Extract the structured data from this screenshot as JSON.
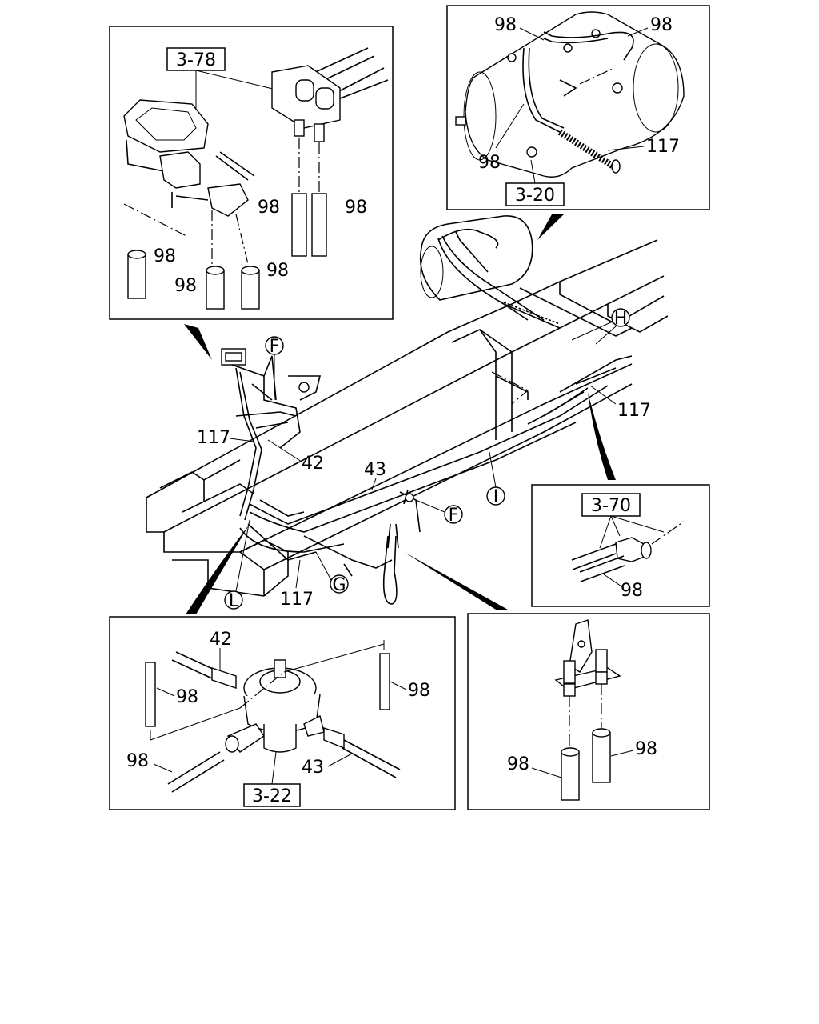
{
  "callouts": {
    "tl_ref": "3-78",
    "tl_98a": "98",
    "tl_98b": "98",
    "tl_98c": "98",
    "tl_98d": "98",
    "tl_98e": "98",
    "tr_ref": "3-20",
    "tr_98a": "98",
    "tr_98b": "98",
    "tr_98c": "98",
    "tr_117": "117",
    "main_F1": "F",
    "main_F2": "F",
    "main_H": "H",
    "main_I": "I",
    "main_G": "G",
    "main_L": "L",
    "main_117a": "117",
    "main_117b": "117",
    "main_117c": "117",
    "main_42": "42",
    "main_43": "43",
    "mr_ref": "3-70",
    "mr_98": "98",
    "bl_ref": "3-22",
    "bl_42": "42",
    "bl_43": "43",
    "bl_98a": "98",
    "bl_98b": "98",
    "bl_98c": "98",
    "br_98a": "98",
    "br_98b": "98"
  }
}
